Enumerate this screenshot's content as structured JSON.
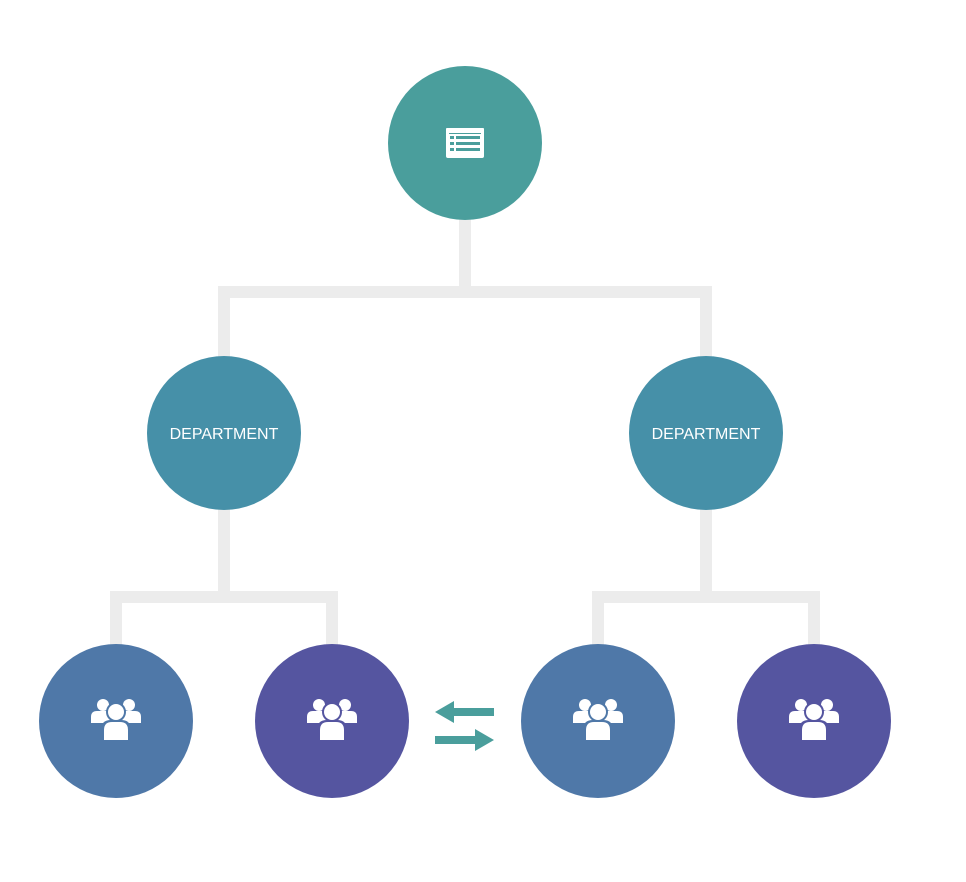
{
  "diagram": {
    "colors": {
      "background": "#ffffff",
      "connector": "#ececec",
      "root": "#4a9e9c",
      "department": "#4690a8",
      "team_blue": "#4f78a8",
      "team_purple": "#5555a0",
      "arrows": "#4a9e9c",
      "icon": "#ffffff"
    },
    "root": {
      "icon": "list-card-icon"
    },
    "departments": [
      {
        "label": "DEPARTMENT"
      },
      {
        "label": "DEPARTMENT"
      }
    ],
    "teams": [
      {
        "icon": "group-icon",
        "color_key": "team_blue"
      },
      {
        "icon": "group-icon",
        "color_key": "team_purple"
      },
      {
        "icon": "group-icon",
        "color_key": "team_blue"
      },
      {
        "icon": "group-icon",
        "color_key": "team_purple"
      }
    ],
    "exchange": {
      "icon": "exchange-arrows-icon"
    }
  }
}
